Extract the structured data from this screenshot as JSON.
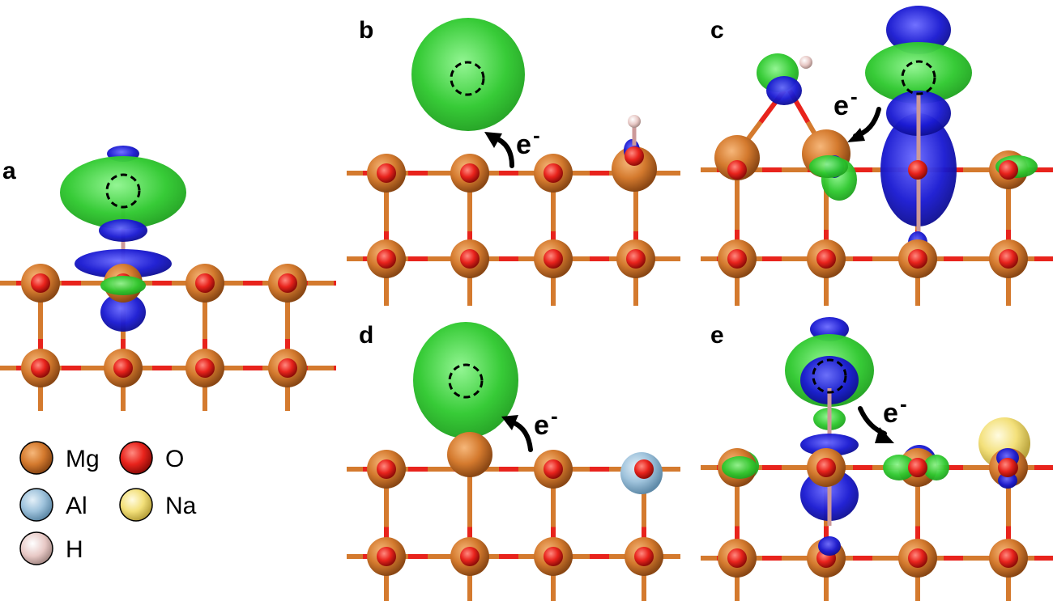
{
  "panels": [
    {
      "id": "a",
      "label": "a"
    },
    {
      "id": "b",
      "label": "b"
    },
    {
      "id": "c",
      "label": "c"
    },
    {
      "id": "d",
      "label": "d"
    },
    {
      "id": "e",
      "label": "e"
    }
  ],
  "electron": {
    "symbol": "e",
    "charge": "-"
  },
  "legend": [
    {
      "key": "mg",
      "label": "Mg",
      "color": "#d47a2e"
    },
    {
      "key": "o",
      "label": "O",
      "color": "#e8231c"
    },
    {
      "key": "al",
      "label": "Al",
      "color": "#9fc3dc"
    },
    {
      "key": "na",
      "label": "Na",
      "color": "#f3e07a"
    },
    {
      "key": "h",
      "label": "H",
      "color": "#e8c9c6"
    }
  ],
  "colors": {
    "accumulation": "#2fc92f",
    "depletion": "#1a1ad2",
    "bond_mg": "#d47a2e",
    "bond_o": "#e8231c"
  }
}
